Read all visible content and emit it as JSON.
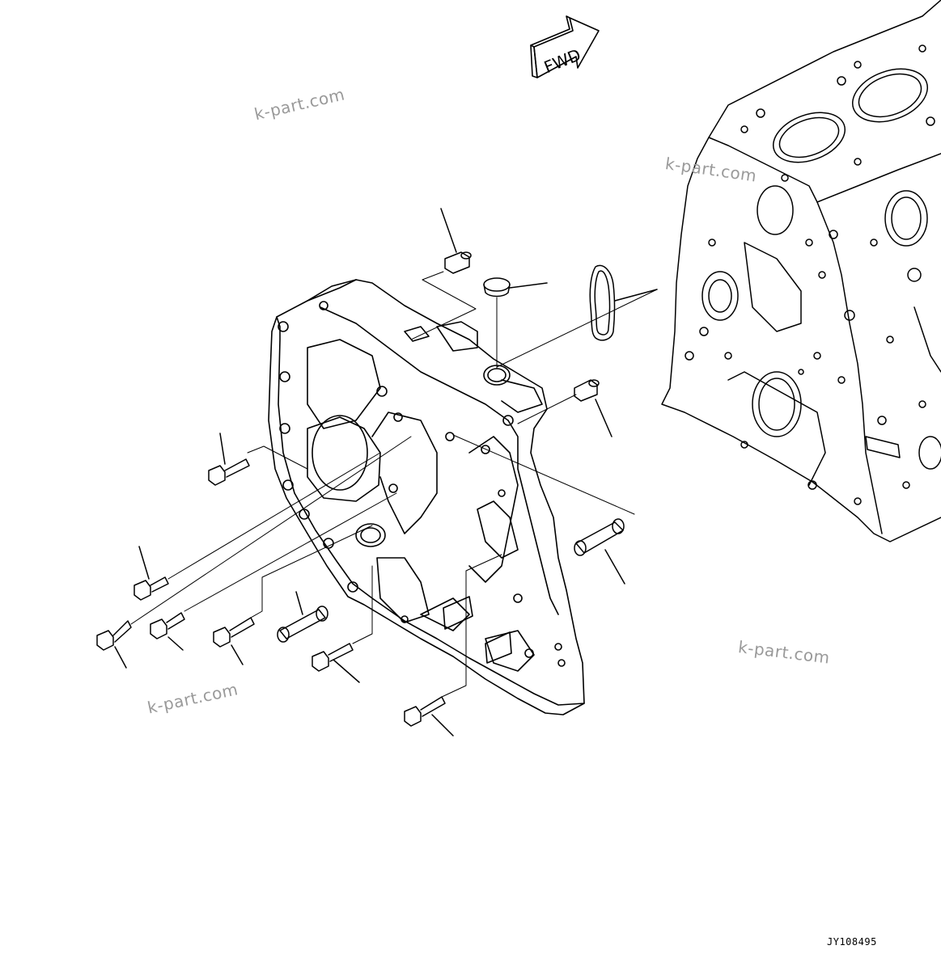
{
  "diagram": {
    "direction_label": "FWD",
    "drawing_code": "JY108495",
    "watermarks": [
      "k-part.com",
      "k-part.com",
      "k-part.com",
      "k-part.com"
    ]
  },
  "icons": {
    "direction_arrow": "arrow-right-icon"
  }
}
